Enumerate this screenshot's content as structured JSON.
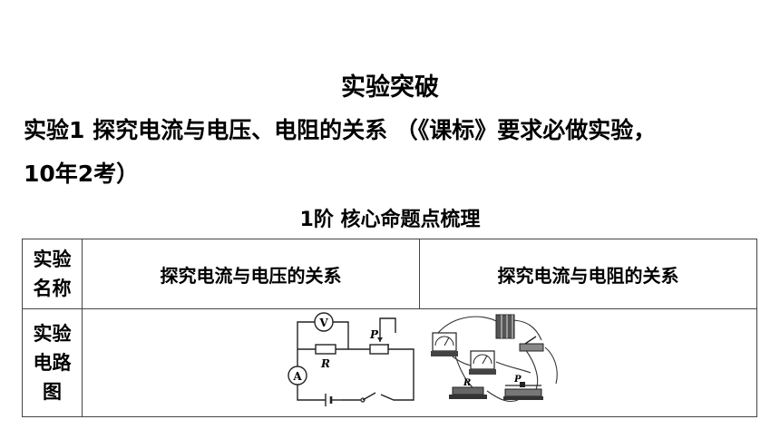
{
  "page": {
    "title": "实验突破",
    "heading_line1": "实验1  探究电流与电压、电阻的关系 （《课标》要求必做实验，",
    "heading_line2": "10年2考）",
    "subtitle": "1阶  核心命题点梳理"
  },
  "table": {
    "row1_header": [
      "实验",
      "名称"
    ],
    "col1": "探究电流与电压的关系",
    "col2": "探究电流与电阻的关系",
    "row2_header": [
      "实验",
      "电路",
      "图"
    ],
    "circuit_labels": {
      "voltmeter": "V",
      "ammeter": "A",
      "resistor": "R",
      "rheostat": "P"
    },
    "photo_labels": {
      "resistor": "R",
      "rheostat": "P"
    }
  }
}
